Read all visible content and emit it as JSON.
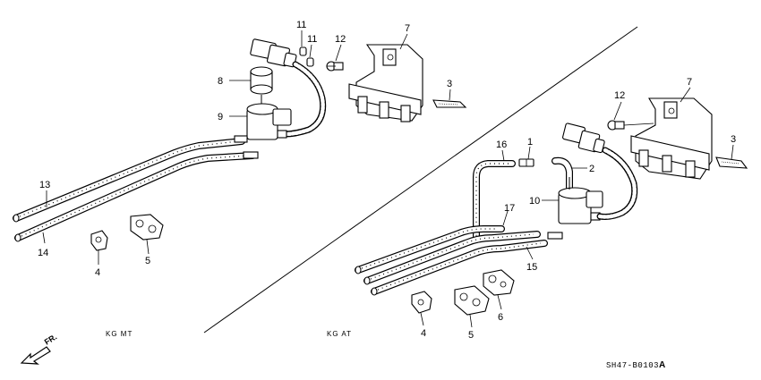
{
  "left_panel": {
    "callouts": {
      "p11a": "11",
      "p11b": "11",
      "p12": "12",
      "p7": "7",
      "p8": "8",
      "p3": "3",
      "p9": "9",
      "p13": "13",
      "p14": "14",
      "p4": "4",
      "p5": "5"
    },
    "caption": "KG MT"
  },
  "right_panel": {
    "callouts": {
      "p12": "12",
      "p7": "7",
      "p16": "16",
      "p1": "1",
      "p2": "2",
      "p3": "3",
      "p10": "10",
      "p17": "17",
      "p15": "15",
      "p4": "4",
      "p5": "5",
      "p6": "6"
    },
    "caption": "KG AT"
  },
  "footer": {
    "fr_label": "FR.",
    "reference_code": "SH47-B0103",
    "reference_suffix": "A"
  }
}
